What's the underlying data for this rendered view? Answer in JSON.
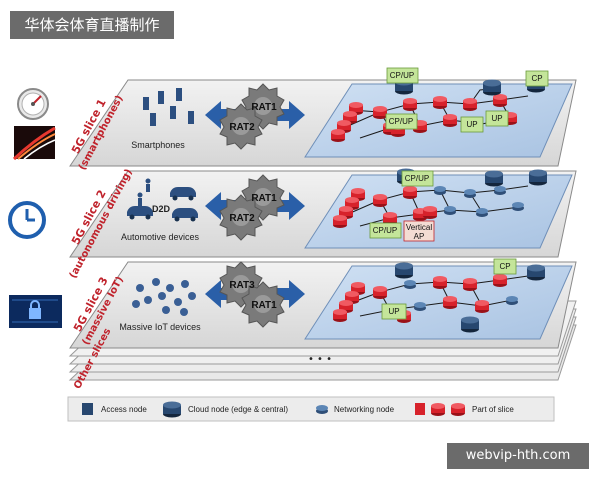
{
  "header": {
    "banner": "华体会体育直播制作"
  },
  "watermark": "webvip-hth.com",
  "slices": [
    {
      "title_line1": "5G slice 1",
      "title_line2": "(smartphones)",
      "device_label": "Smartphones",
      "rat_top": "RAT1",
      "rat_bottom": "RAT2",
      "cp_boxes": [
        "CP/UP",
        "CP/UP",
        "UP",
        "UP",
        "CP"
      ]
    },
    {
      "title_line1": "5G slice 2",
      "title_line2": "(autonomous driving)",
      "device_label": "Automotive devices",
      "d2d_label": "D2D",
      "rat_top": "RAT1",
      "rat_bottom": "RAT2",
      "cp_boxes": [
        "CP/UP",
        "CP/UP"
      ],
      "vertical_ap_line1": "Vertical",
      "vertical_ap_line2": "AP"
    },
    {
      "title_line1": "5G slice 3",
      "title_line2": "(massive IoT)",
      "device_label": "Massive IoT devices",
      "rat_top": "RAT3",
      "rat_bottom": "RAT1",
      "cp_boxes": [
        "CP",
        "UP"
      ]
    }
  ],
  "other_slices": "Other slices",
  "ellipsis": "• • •",
  "legend": {
    "access_node": "Access node",
    "cloud_node": "Cloud node (edge & central)",
    "networking_node": "Networking node",
    "part_of_slice": "Part of slice"
  },
  "colors": {
    "slice_red": "#c0232c",
    "node_red": "#d7222b",
    "node_blue": "#27476f",
    "arrow_blue": "#2a5fa8",
    "cp_green": "#c4e59a",
    "network_fill": "#b8cfe8"
  }
}
